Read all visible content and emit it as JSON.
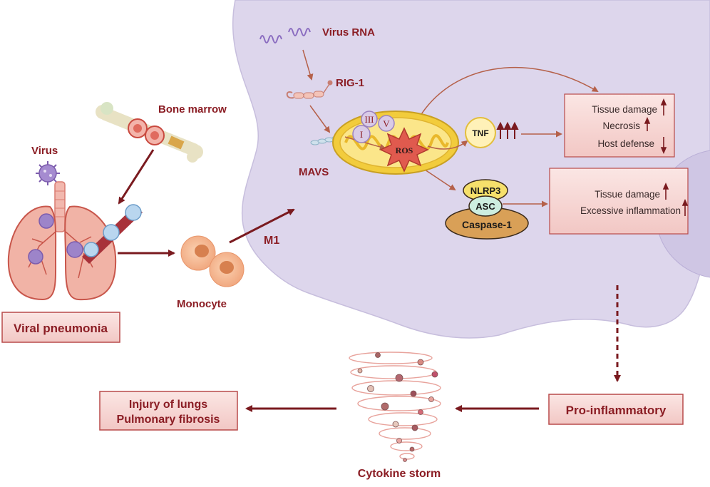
{
  "labels": {
    "bone_marrow": "Bone marrow",
    "virus": "Virus",
    "viral_pneumonia": "Viral pneumonia",
    "monocyte": "Monocyte",
    "m1": "M1",
    "virus_rna": "Virus RNA",
    "rig1": "RIG-1",
    "mavs": "MAVS",
    "complex_iii": "III",
    "complex_i": "I",
    "complex_v": "V",
    "ros": "ROS",
    "tnf": "TNF",
    "nlrp3": "NLRP3",
    "asc": "ASC",
    "caspase1": "Caspase-1",
    "pro_inflammatory": "Pro-inflammatory",
    "cytokine_storm": "Cytokine storm",
    "injury_line1": "Injury of lungs",
    "injury_line2": "Pulmonary fibrosis"
  },
  "tnf_effects": [
    "Tissue damage",
    "Necrosis",
    "Host defense"
  ],
  "inflammasome_effects": [
    "Tissue damage",
    "Excessive inflammation"
  ],
  "colors": {
    "arrow": "#7a1a1f",
    "cell": "#ddd6ec",
    "box_fill": "#f7d9d7",
    "box_stroke": "#b84a4a",
    "mito": "#f2cc3c",
    "ros": "#e05a4e"
  }
}
